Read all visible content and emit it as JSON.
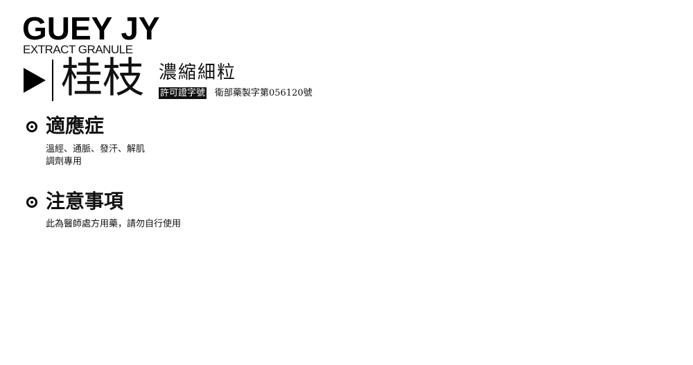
{
  "brand": {
    "name": "GUEY JY",
    "subtitle": "EXTRACT GRANULE"
  },
  "product": {
    "name": "桂枝",
    "type": "濃縮細粒",
    "license_label": "許可證字號",
    "license_number": "衛部藥製字第056120號"
  },
  "sections": [
    {
      "title": "適應症",
      "lines": [
        "溫經、通脈、發汗、解肌",
        "調劑專用"
      ]
    },
    {
      "title": "注意事項",
      "lines": [
        "此為醫師處方用藥，請勿自行使用"
      ]
    }
  ]
}
